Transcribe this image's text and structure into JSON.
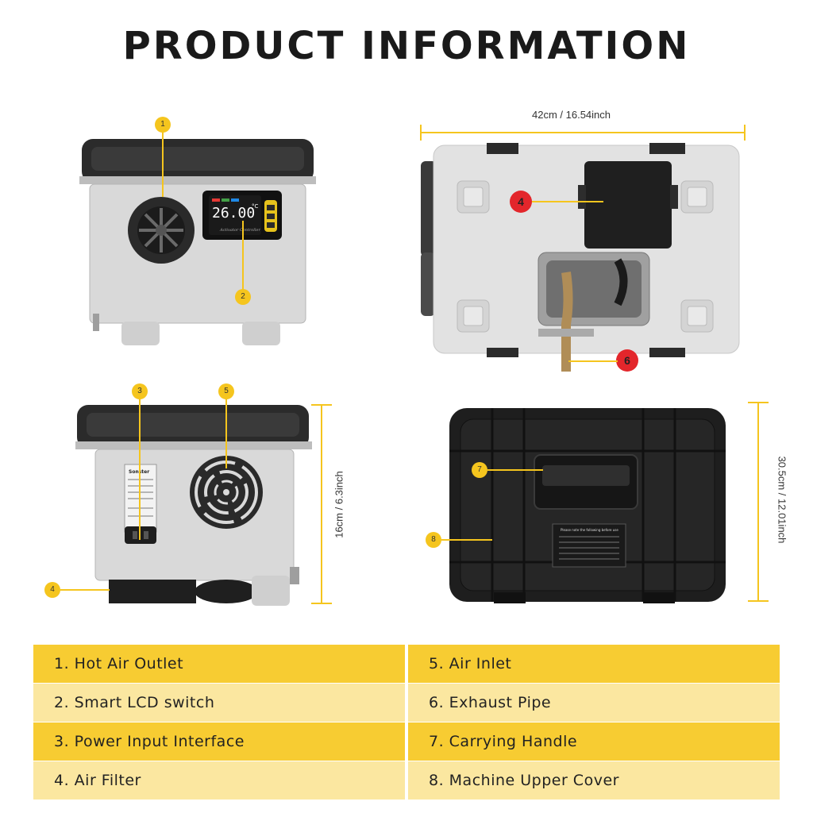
{
  "title": "PRODUCT INFORMATION",
  "dimensions": {
    "width": "42cm / 16.54inch",
    "height": "16cm / 6.3inch",
    "depth": "30.5cm / 12.01inch"
  },
  "callouts": [
    "1",
    "2",
    "3",
    "4",
    "5",
    "6",
    "7",
    "8"
  ],
  "controller": {
    "temp": "26.00",
    "unit": "°C",
    "brand_text": "Activator Controller"
  },
  "label_brand": "Sonster",
  "warning_label": "Please note the following before use",
  "features": [
    "1. Hot Air Outlet",
    "2. Smart LCD switch",
    "3. Power Input Interface",
    "4. Air Filter",
    "5. Air Inlet",
    "6. Exhaust Pipe",
    "7. Carrying Handle",
    "8. Machine Upper Cover"
  ],
  "colors": {
    "accent_yellow": "#f5c51e",
    "row_dark": "#f7cc32",
    "row_light": "#fbe7a0",
    "callout_red": "#e3262b"
  }
}
